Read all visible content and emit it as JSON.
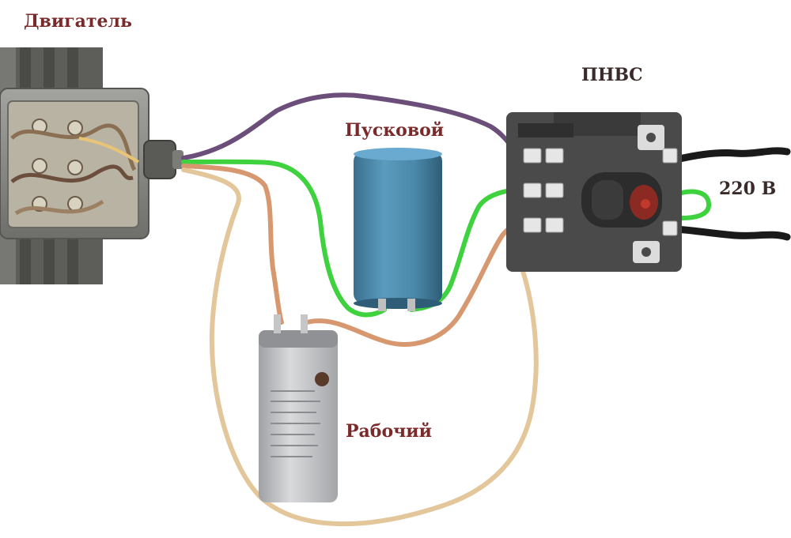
{
  "labels": {
    "motor": "Двигатель",
    "switch": "ПНВС",
    "start_capacitor": "Пусковой",
    "voltage": "220 В",
    "run_capacitor": "Рабочий"
  },
  "colors": {
    "wire_green": "#3fd23f",
    "wire_purple": "#6b4f7a",
    "wire_orange": "#d79870",
    "wire_beige": "#e3c79a",
    "cable_black": "#1a1a1a",
    "start_capacitor_body": "#4a87a8",
    "run_capacitor_body": "#c5c6c8",
    "switch_body": "#4a4a4a",
    "motor_housing": "#8e8f8b",
    "switch_red_lamp": "#c0392b"
  }
}
